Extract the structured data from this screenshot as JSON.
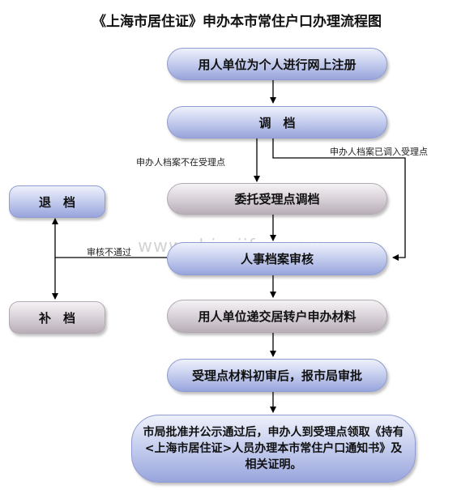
{
  "title": "《上海市居住证》申办本市常住户口办理流程图",
  "watermark": "www.shjzzjifen.com",
  "steps": {
    "register": "用人单位为个人进行网上注册",
    "transfer_file": "调　档",
    "entrust": "委托受理点调档",
    "review": "人事档案审核",
    "submit": "用人单位递交居转户申办材料",
    "preliminary": "受理点材料初审后，报市局审批",
    "final": "市局批准并公示通过后，申办人到受理点领取《持有<上海市居住证>人员办理本市常住户口通知书》及相关证明。"
  },
  "side": {
    "return_file": "退　档",
    "supplement_file": "补　档"
  },
  "labels": {
    "not_at_point": "申办人档案不在受理点",
    "already_at_point": "申办人档案已调入受理点",
    "not_passed": "审核不通过"
  },
  "colors": {
    "blue_fill": "#98a5dc",
    "grey_fill": "#b8aeb8",
    "arrow": "#000000"
  }
}
